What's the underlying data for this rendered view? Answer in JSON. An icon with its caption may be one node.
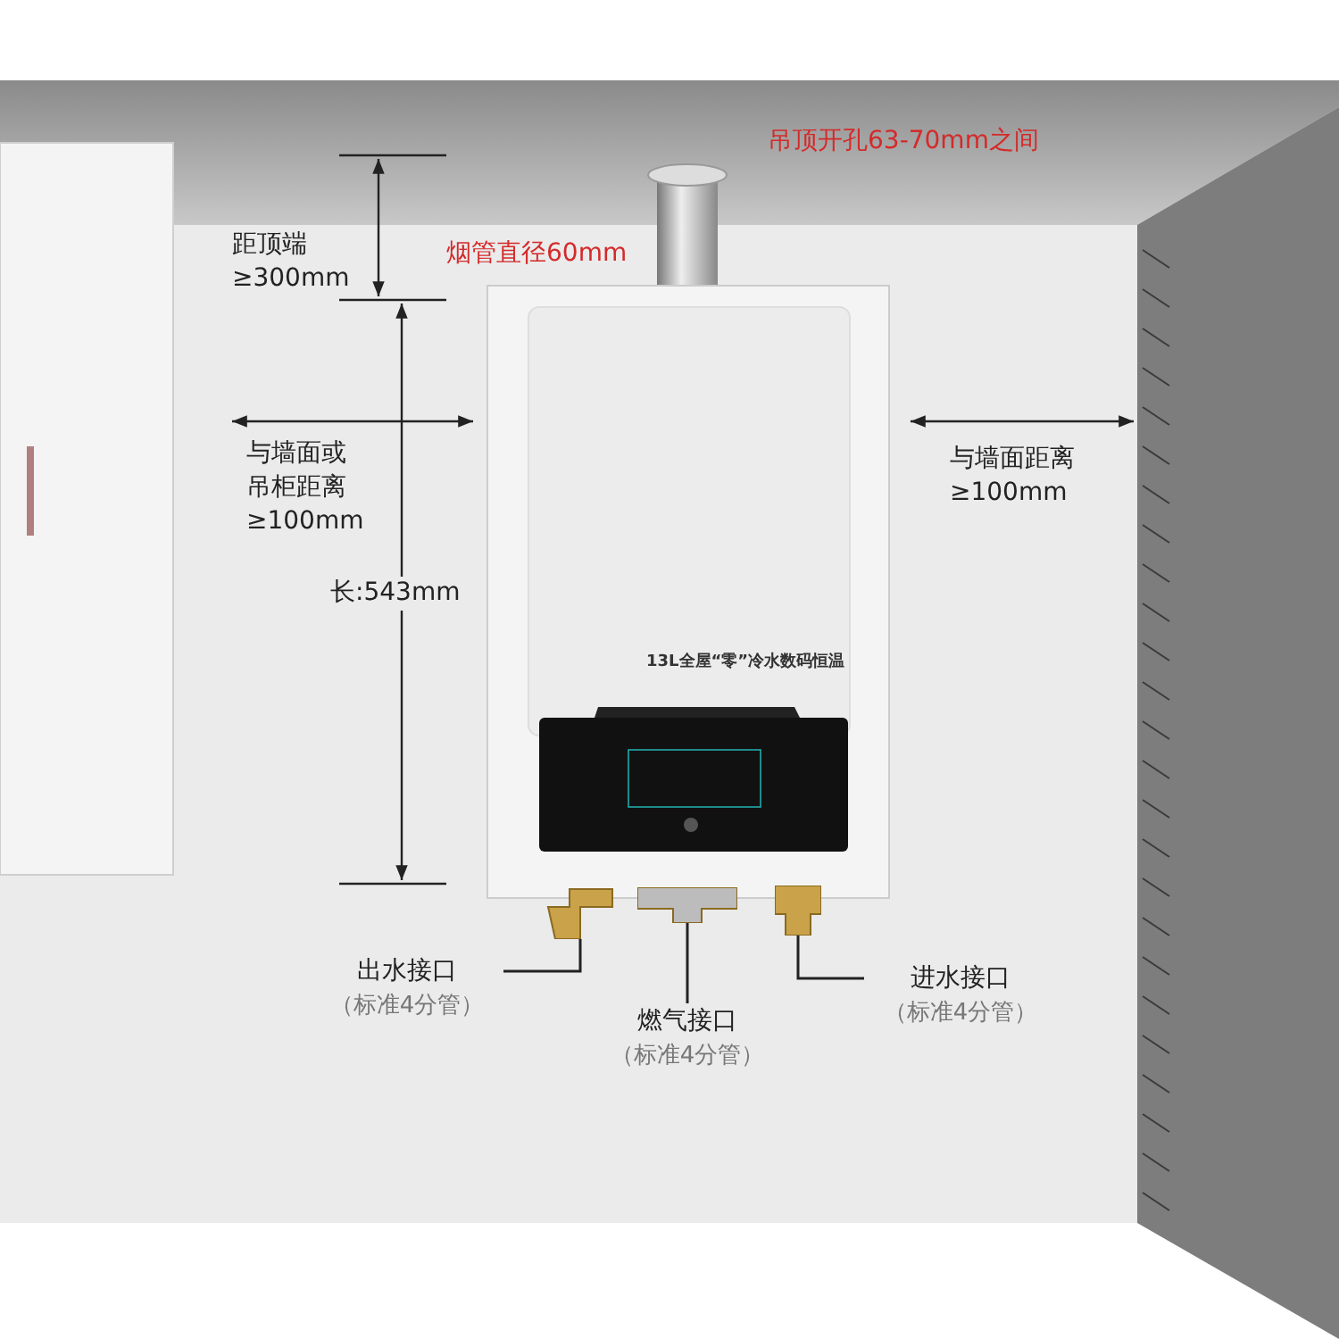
{
  "diagram": {
    "nodes": [
      {
        "text": [
          "出水接口",
          "（标准4分管）"
        ]
      },
      {
        "text": [],
        "shape": "picture"
      },
      {
        "text": [
          "燃气接口",
          "（标准4分管）"
        ]
      },
      {
        "text": [],
        "shape": "picture"
      },
      {
        "text": [
          "进水接口",
          "（标准4分管）"
        ]
      },
      {
        "text": [],
        "shape": "picture"
      }
    ],
    "edges": [
      {
        "from": 0,
        "to": 1,
        "arrow": "none"
      },
      {
        "from": 2,
        "to": 3,
        "arrow": "none"
      },
      {
        "from": 4,
        "to": 5,
        "arrow": "none"
      }
    ],
    "labels": [
      "吊顶开孔63-70mm之间",
      "距顶端 ≥300mm",
      "烟管直径60mm",
      "与墙面或吊柜距离 ≥100mm",
      "与墙面距离 ≥100mm",
      "长:543mm",
      "13L全屋“零”冷水数码恒温"
    ]
  }
}
